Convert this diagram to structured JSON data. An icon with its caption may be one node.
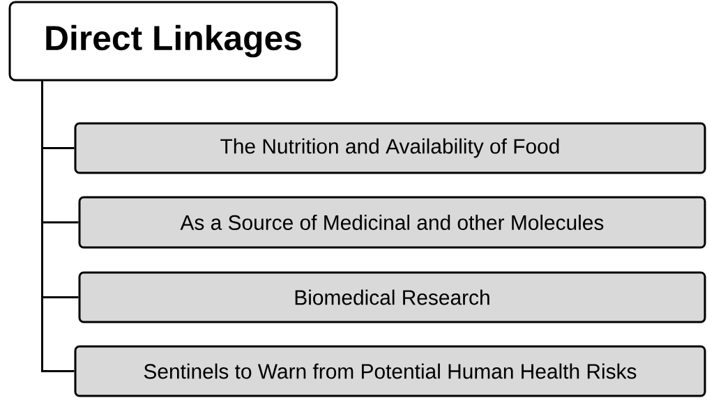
{
  "diagram": {
    "nodes": [
      {
        "text": [
          "Direct Linkages"
        ]
      },
      {
        "text": [
          "The Nutrition and Availability of Food"
        ]
      },
      {
        "text": [
          "As a Source of Medicinal and other Molecules"
        ]
      },
      {
        "text": [
          "Biomedical Research"
        ]
      },
      {
        "text": [
          "Sentinels to Warn from Potential Human Health Risks"
        ]
      }
    ],
    "edges": [
      {
        "from": 0,
        "to": 1,
        "arrow": "none"
      },
      {
        "from": 0,
        "to": 2,
        "arrow": "none"
      },
      {
        "from": 0,
        "to": 3,
        "arrow": "none"
      },
      {
        "from": 0,
        "to": 4,
        "arrow": "none"
      }
    ]
  }
}
